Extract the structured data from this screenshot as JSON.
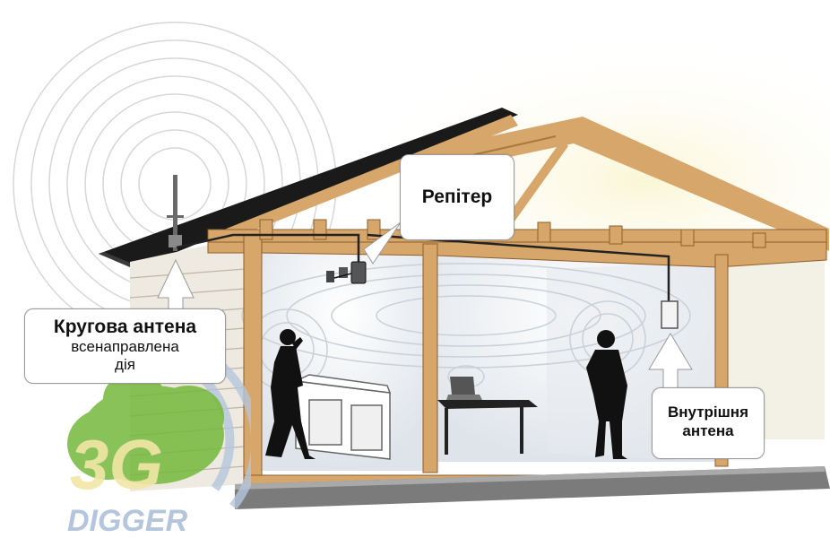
{
  "callouts": {
    "repeater": {
      "title": "Репітер"
    },
    "outdoor_antenna": {
      "title": "Кругова антена",
      "line1": "всенаправлена",
      "line2": "дія"
    },
    "indoor_antenna": {
      "line1": "Внутрішня",
      "line2": "антена"
    }
  },
  "logo": {
    "mark": "3G",
    "word": "DIGGER"
  },
  "colors": {
    "wood": "#d7a66b",
    "roof": "#1a1a1a",
    "siding": "#eeeae1",
    "glow": "#f6efc2",
    "signal": "#cfd6de",
    "logo_green": "#74b83b",
    "logo_blue": "#b5c6dc",
    "logo_yellow": "#f2e6a6"
  }
}
